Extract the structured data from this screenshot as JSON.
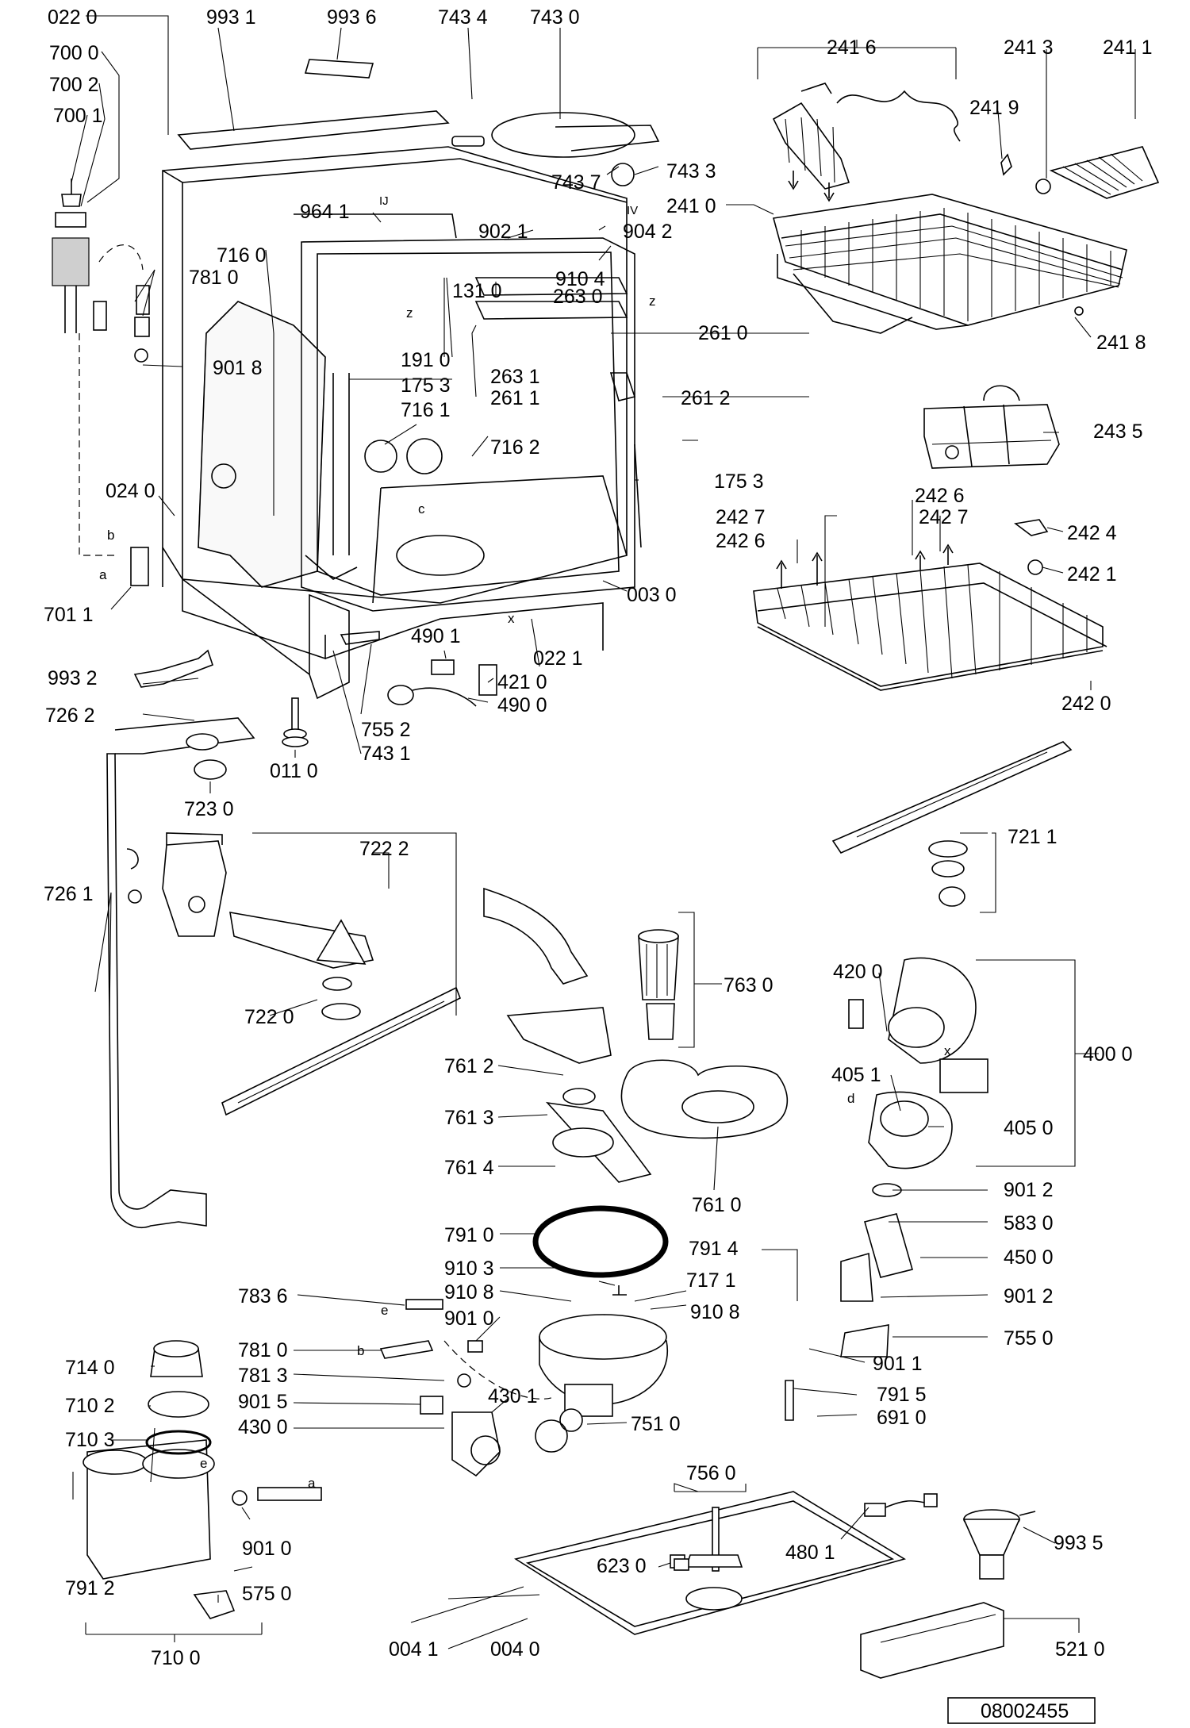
{
  "doc_number": "08002455",
  "callouts": {
    "c0220": "022 0",
    "c9931": "993 1",
    "c9936": "993 6",
    "c7434": "743 4",
    "c7430": "743 0",
    "c7000": "700 0",
    "c7002": "700 2",
    "c7001": "700 1",
    "c2416": "241 6",
    "c2413": "241 3",
    "c2411": "241 1",
    "c2419": "241 9",
    "c7437": "743 7",
    "c7433": "743 3",
    "c2410": "241 0",
    "c9641": "964 1",
    "c9021": "902 1",
    "c9042": "904 2",
    "c9104": "910 4",
    "c7160": "716 0",
    "c7810": "781 0",
    "c1310": "131 0",
    "c2630": "263 0",
    "c2610": "261 0",
    "c2418": "241 8",
    "c9018": "901 8",
    "c1910": "191 0",
    "c2631": "263 1",
    "c1753a": "175 3",
    "c2611": "261 1",
    "c2612": "261 2",
    "c7161": "716 1",
    "c7162": "716 2",
    "c2435": "243 5",
    "c0240": "024 0",
    "c1753b": "175 3",
    "c2426a": "242 6",
    "c2427a": "242 7",
    "c2427b": "242 7",
    "c2424": "242 4",
    "c2426b": "242 6",
    "c7011": "701 1",
    "c0030": "003 0",
    "c2421": "242 1",
    "c4901": "490 1",
    "c0221": "022 1",
    "c9932": "993 2",
    "c4210": "421 0",
    "c4900": "490 0",
    "c2420": "242 0",
    "c7262": "726 2",
    "c7552": "755 2",
    "c7431": "743 1",
    "c0110": "011 0",
    "c7230": "723 0",
    "c7222": "722 2",
    "c7211": "721 1",
    "c7261": "726 1",
    "c7630": "763 0",
    "c4200": "420 0",
    "c7220": "722 0",
    "c4000": "400 0",
    "c7612": "761 2",
    "c4051": "405 1",
    "c7613": "761 3",
    "c4050": "405 0",
    "c7614": "761 4",
    "c7610": "761 0",
    "c9012a": "901 2",
    "c7910": "791 0",
    "c5830": "583 0",
    "c7914": "791 4",
    "c4500": "450 0",
    "c9103": "910 3",
    "c7171": "717 1",
    "c7836": "783 6",
    "c9108a": "910 8",
    "c9108b": "910 8",
    "c9012b": "901 2",
    "c9010a": "901 0",
    "c7550": "755 0",
    "c7140": "714 0",
    "c7810b": "781 0",
    "c9011": "901 1",
    "c7813": "781 3",
    "c7915": "791 5",
    "c7102": "710 2",
    "c9015": "901 5",
    "c4301": "430 1",
    "c7510": "751 0",
    "c4300": "430 0",
    "c6910": "691 0",
    "c7103": "710 3",
    "c7560": "756 0",
    "c6230": "623 0",
    "c4801": "480 1",
    "c9935": "993 5",
    "c9010b": "901 0",
    "c7912": "791 2",
    "c5750": "575 0",
    "c0041": "004 1",
    "c0040": "004 0",
    "c5210": "521 0",
    "c7100": "710 0"
  },
  "letters": {
    "b1": "b",
    "a1": "a",
    "c1": "c",
    "z1": "z",
    "z2": "z",
    "x1": "x",
    "x2": "x",
    "d1": "d",
    "e1": "e",
    "e2": "e",
    "b2": "b",
    "a2": "a",
    "IV": "IV",
    "IJ": "IJ"
  }
}
